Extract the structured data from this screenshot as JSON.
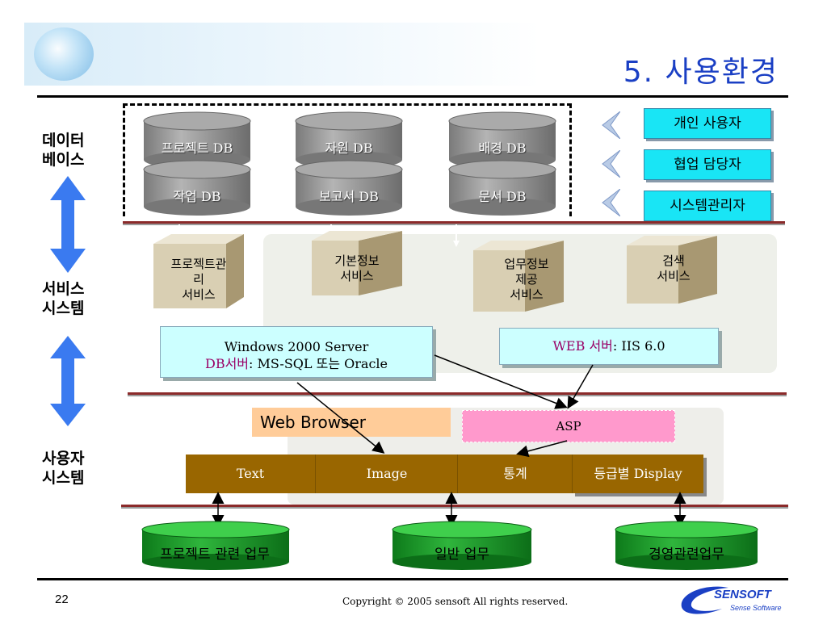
{
  "slide": {
    "title": "5. 사용환경",
    "page_number": "22",
    "copyright": "Copyright © 2005 sensoft All rights reserved.",
    "logo_text": "SENSOFT",
    "logo_tagline": "Sense Software"
  },
  "side_labels": {
    "database": [
      "데이터",
      "베이스"
    ],
    "service": [
      "서비스",
      "시스템"
    ],
    "user": [
      "사용자",
      "시스템"
    ]
  },
  "databases": [
    {
      "top": "프로젝트 DB",
      "bottom": "작업 DB"
    },
    {
      "top": "자원 DB",
      "bottom": "보고서 DB"
    },
    {
      "top": "배경 DB",
      "bottom": "문서 DB"
    }
  ],
  "user_roles": [
    "개인 사용자",
    "협업 담당자",
    "시스템관리자"
  ],
  "services": [
    [
      "프로젝트관",
      "리",
      "서비스"
    ],
    [
      "기본정보",
      "서비스"
    ],
    [
      "업무정보",
      "제공",
      "서비스"
    ],
    [
      "검색",
      "서비스"
    ]
  ],
  "server_left": {
    "line1": "Windows 2000 Server",
    "db_label": "DB서버",
    "db_value": ": MS-SQL 또는 Oracle"
  },
  "server_right": {
    "web_label": "WEB 서버",
    "web_value": ": IIS 6.0"
  },
  "web_browser_label": "Web Browser",
  "asp_label": "ASP",
  "bar_cells": [
    "Text",
    "Image",
    "통계",
    "등급별 Display"
  ],
  "business": [
    "프로젝트 관련 업무",
    "일반 업무",
    "경영관련업무"
  ],
  "colors": {
    "title": "#1a3fc4",
    "db_cylinder": "#8c8c8c",
    "user_box": "#19e5f5",
    "service_cube": "#d9cfb3",
    "server_box": "#ccffff",
    "db_label_text": "#990066",
    "web_browser_box": "#ffcc99",
    "asp_box": "#ff99cc",
    "bar": "#996600",
    "business_cylinder": "#1a9a2a",
    "arrow_blue": "#3a7af0",
    "separator": "#8b2a2a"
  }
}
